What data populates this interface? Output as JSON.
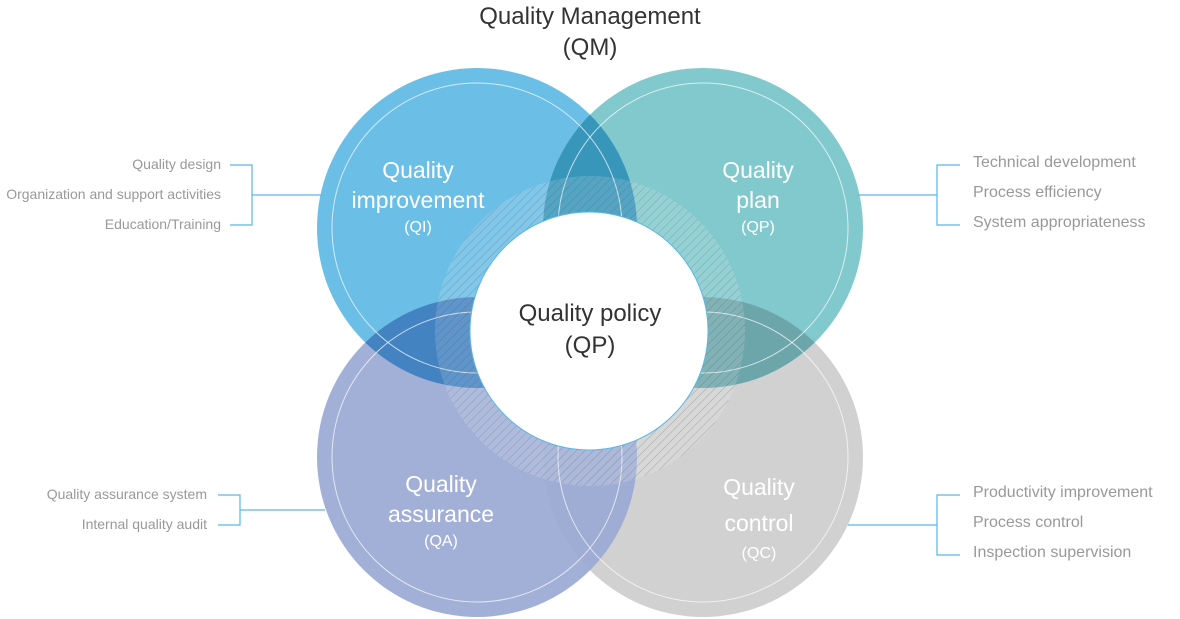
{
  "title": {
    "line1": "Quality Management",
    "line2": "(QM)"
  },
  "center": {
    "line1": "Quality policy",
    "line2": "(QP)"
  },
  "circles": [
    {
      "key": "qi",
      "line1": "Quality",
      "line2": "improvement",
      "abbr": "(QI)",
      "color": "#5bb7e4",
      "items": [
        "Quality design",
        "Organization and support activities",
        "Education/Training"
      ]
    },
    {
      "key": "qp",
      "line1": "Quality",
      "line2": "plan",
      "abbr": "(QP)",
      "color": "#77c5ca",
      "items": [
        "Technical development",
        "Process efficiency",
        "System appropriateness"
      ]
    },
    {
      "key": "qa",
      "line1": "Quality",
      "line2": "assurance",
      "abbr": "(QA)",
      "color": "#9aa9d4",
      "items": [
        "Quality assurance system",
        "Internal quality audit"
      ]
    },
    {
      "key": "qc",
      "line1": "Quality",
      "line2": "control",
      "abbr": "(QC)",
      "color": "#cfcfcf",
      "items": [
        "Productivity improvement",
        "Process control",
        "Inspection supervision"
      ]
    }
  ],
  "connector_color": "#5bb7e4"
}
